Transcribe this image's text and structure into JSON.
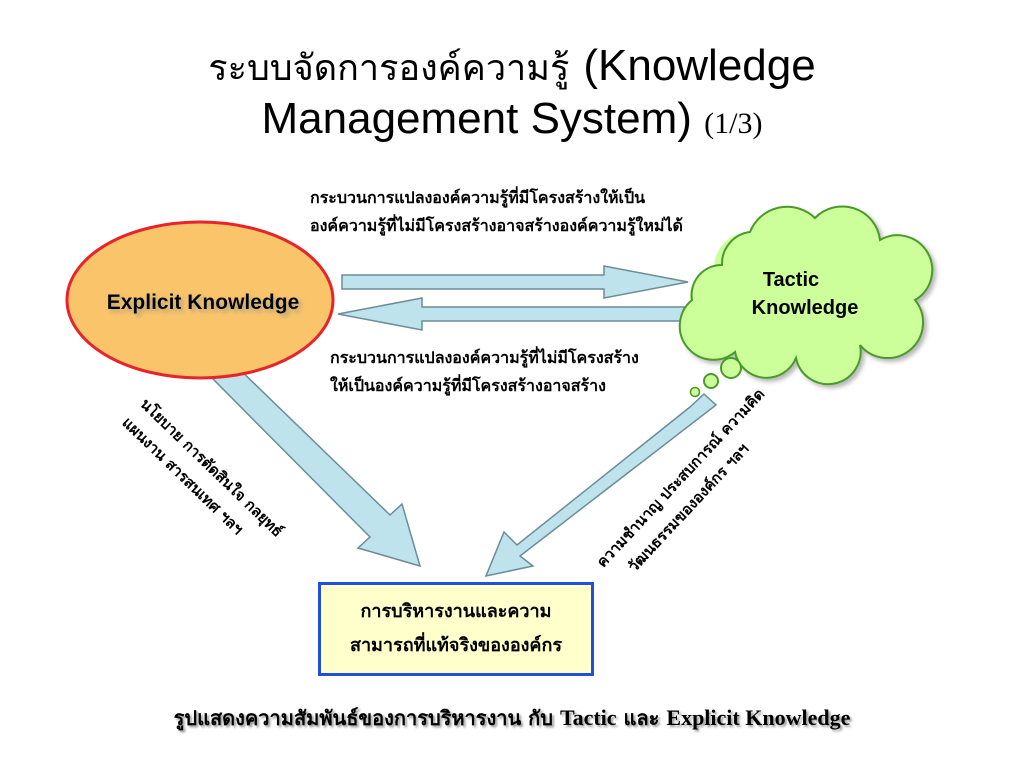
{
  "title": {
    "thai": "ระบบจัดการองค์ความรู้",
    "english_line1": "(Knowledge",
    "english_line2": "Management System)",
    "page_marker": "(1/3)"
  },
  "nodes": {
    "explicit": "Explicit Knowledge",
    "tactic_line1": "Tactic",
    "tactic_line2": "Knowledge",
    "management_line1": "การบริหารงานและความ",
    "management_line2": "สามารถที่แท้จริงขององค์กร"
  },
  "arrow_labels": {
    "top_line1": "กระบวนการแปลงองค์ความรู้ที่มีโครงสร้างให้เป็น",
    "top_line2": "องค์ความรู้ที่ไม่มีโครงสร้างอาจสร้างองค์ความรู้ใหม่ได้",
    "middle_line1": "กระบวนการแปลงองค์ความรู้ที่ไม่มีโครงสร้าง",
    "middle_line2": "ให้เป็นองค์ความรู้ที่มีโครงสร้างอาจสร้าง",
    "left_line1": "นโยบาย การตัดสินใจ กลยุทธ์",
    "left_line2": "แผนงาน สารสนเทศ ฯลฯ",
    "right_line1": "ความชำนาญ ประสบการณ์ ความคิด",
    "right_line2": "วัฒนธรรมขององค์กร ฯลฯ"
  },
  "caption": {
    "thai_part": "รูปแสดงความสัมพันธ์ของการบริหารงาน กับ",
    "tactic": "Tactic",
    "and": "และ",
    "explicit": "Explicit Knowledge"
  },
  "colors": {
    "arrow_fill": "#bfe3ec",
    "ellipse_fill": "#f9c46a",
    "ellipse_stroke": "#e8232a",
    "cloud_fill": "#ccff99",
    "cloud_stroke": "#4a9a2a",
    "box_border": "#1f4fe0",
    "box_fill": "#ffffcc"
  }
}
